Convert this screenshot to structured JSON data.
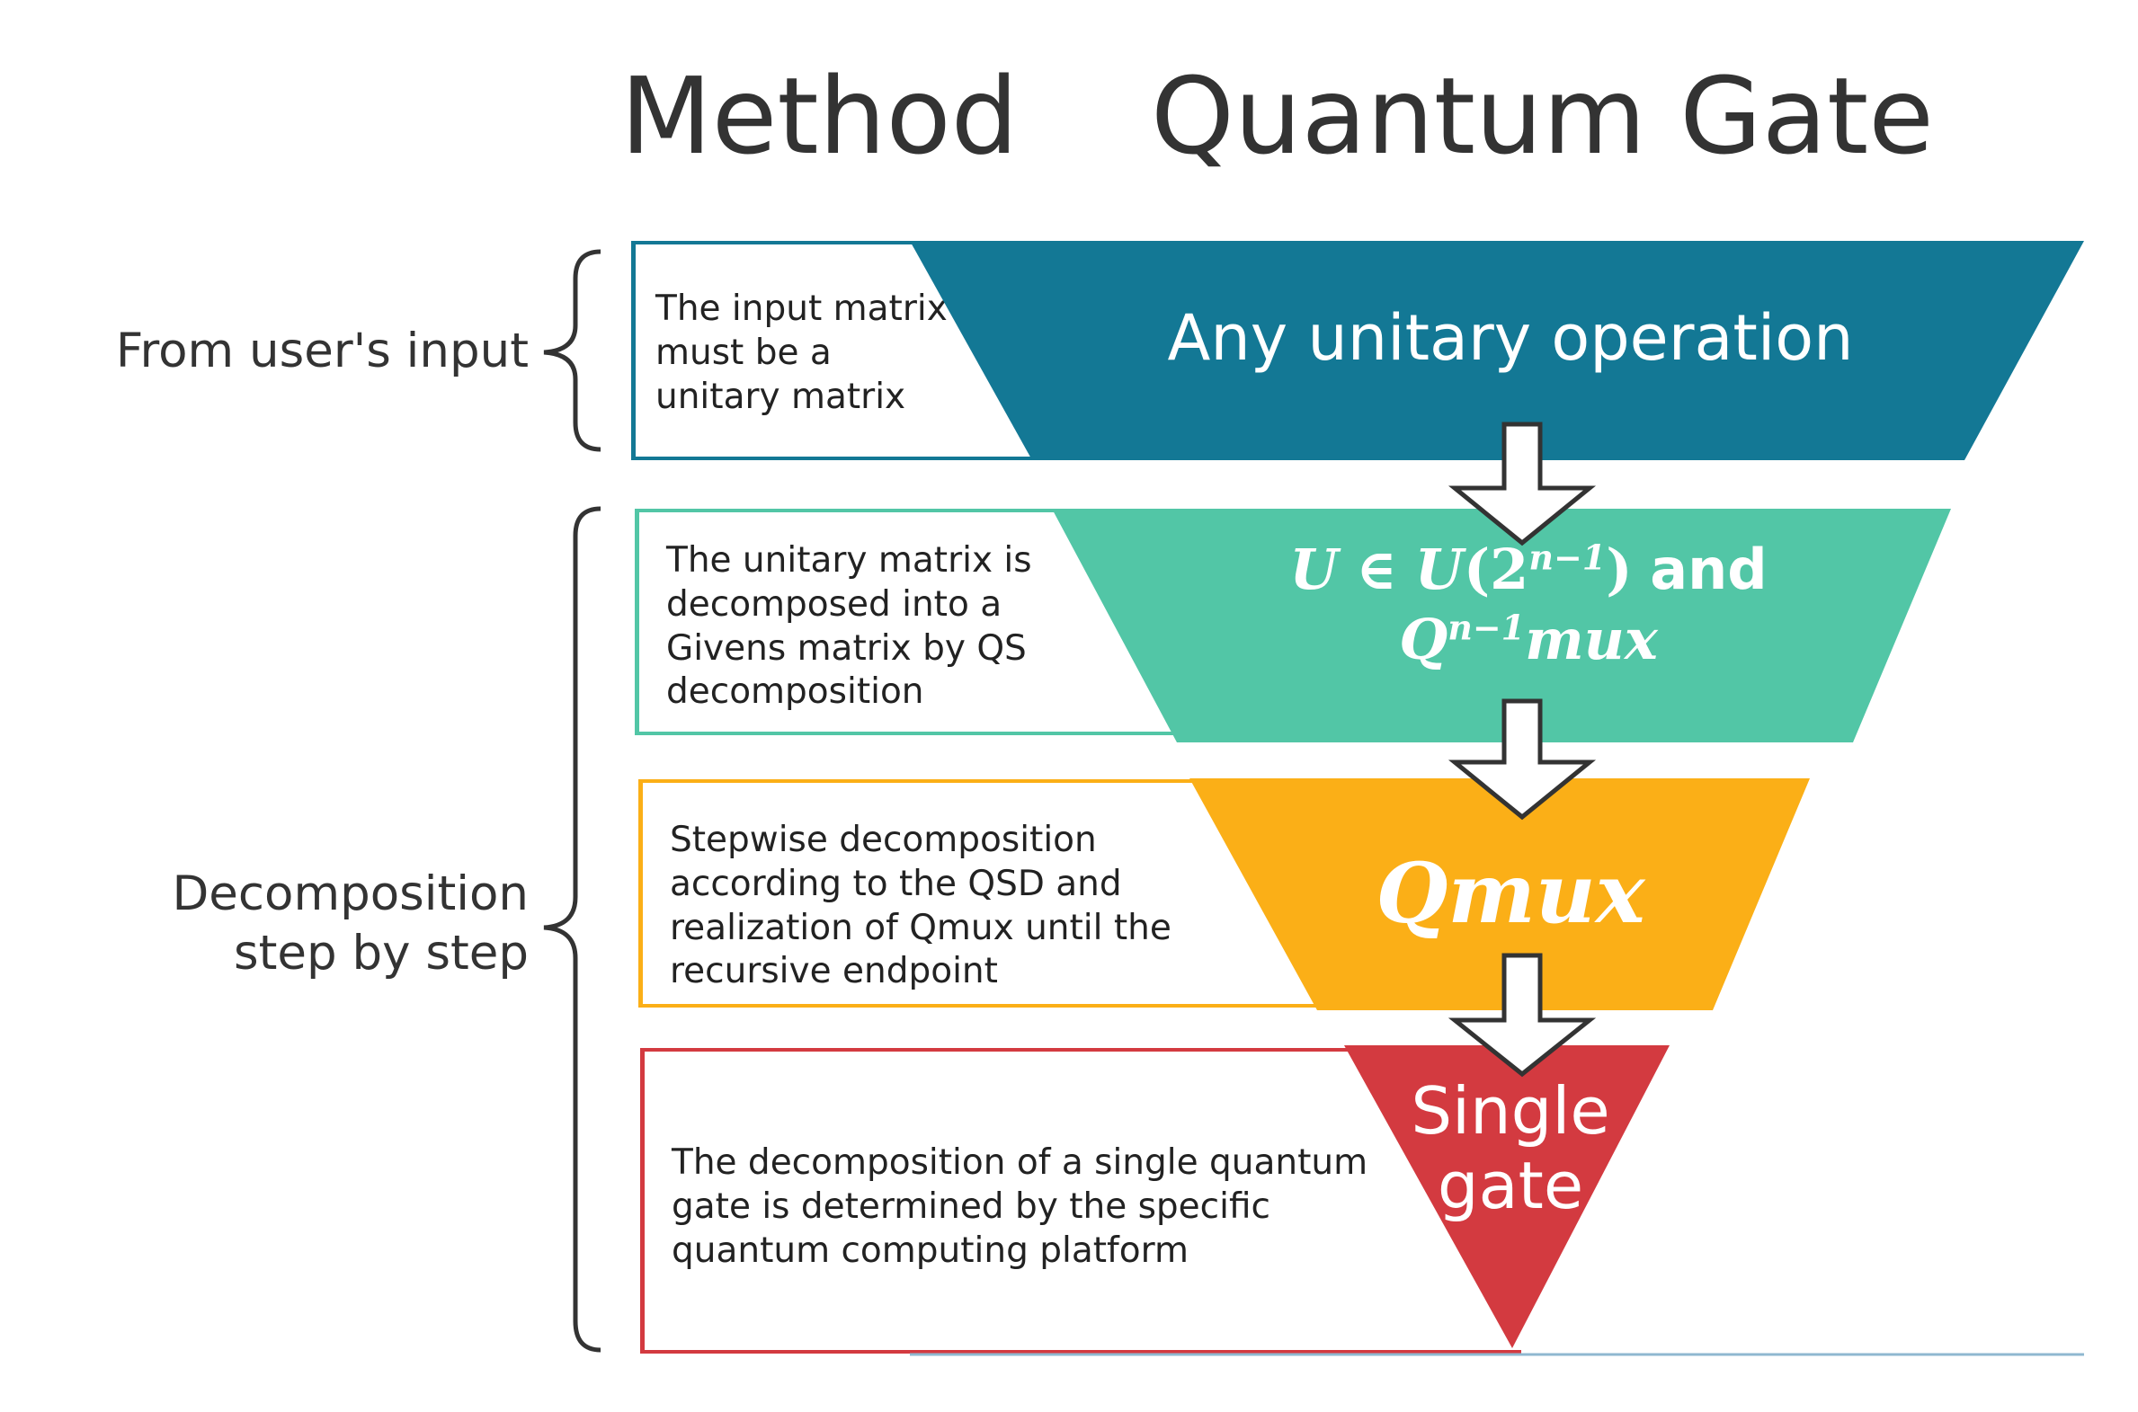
{
  "headers": {
    "method": "Method",
    "gate": "Quantum Gate"
  },
  "side_labels": {
    "input": "From user's input",
    "decomposition_line1": "Decomposition",
    "decomposition_line2": "step by step"
  },
  "levels": [
    {
      "gate": "Any unitary operation",
      "color": "#137895",
      "description": "The input matrix must be a unitary matrix"
    },
    {
      "gate_math": {
        "u1": "U",
        "in": "∈",
        "u2": "U",
        "lp": "(",
        "two": "2",
        "exp": "n−1",
        "rp": ")",
        "and": "and",
        "q": "Q",
        "qexp": "n−1",
        "mux": "mux"
      },
      "color": "#52C6A6",
      "description": "The unitary matrix is decomposed into a Givens matrix by QS decomposition"
    },
    {
      "gate": "Qmux",
      "color": "#FBAF17",
      "description": "Stepwise decomposition according to the QSD and realization of Qmux until the recursive endpoint"
    },
    {
      "gate_line1": "Single",
      "gate_line2": "gate",
      "color": "#D33A40",
      "description": "The decomposition of a single quantum gate is determined by the specific quantum computing platform"
    }
  ]
}
